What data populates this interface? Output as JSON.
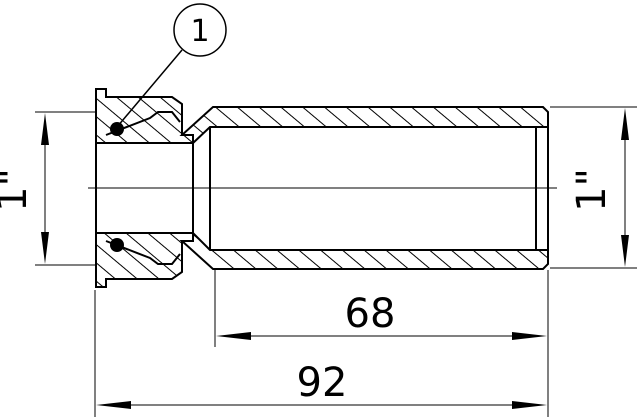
{
  "drawing": {
    "balloon_label": "1",
    "dim_left_diameter": "1\"",
    "dim_right_diameter": "1\"",
    "dim_tube_length": "68",
    "dim_total_length": "92",
    "line_color": "#000000",
    "background_color": "#ffffff"
  }
}
